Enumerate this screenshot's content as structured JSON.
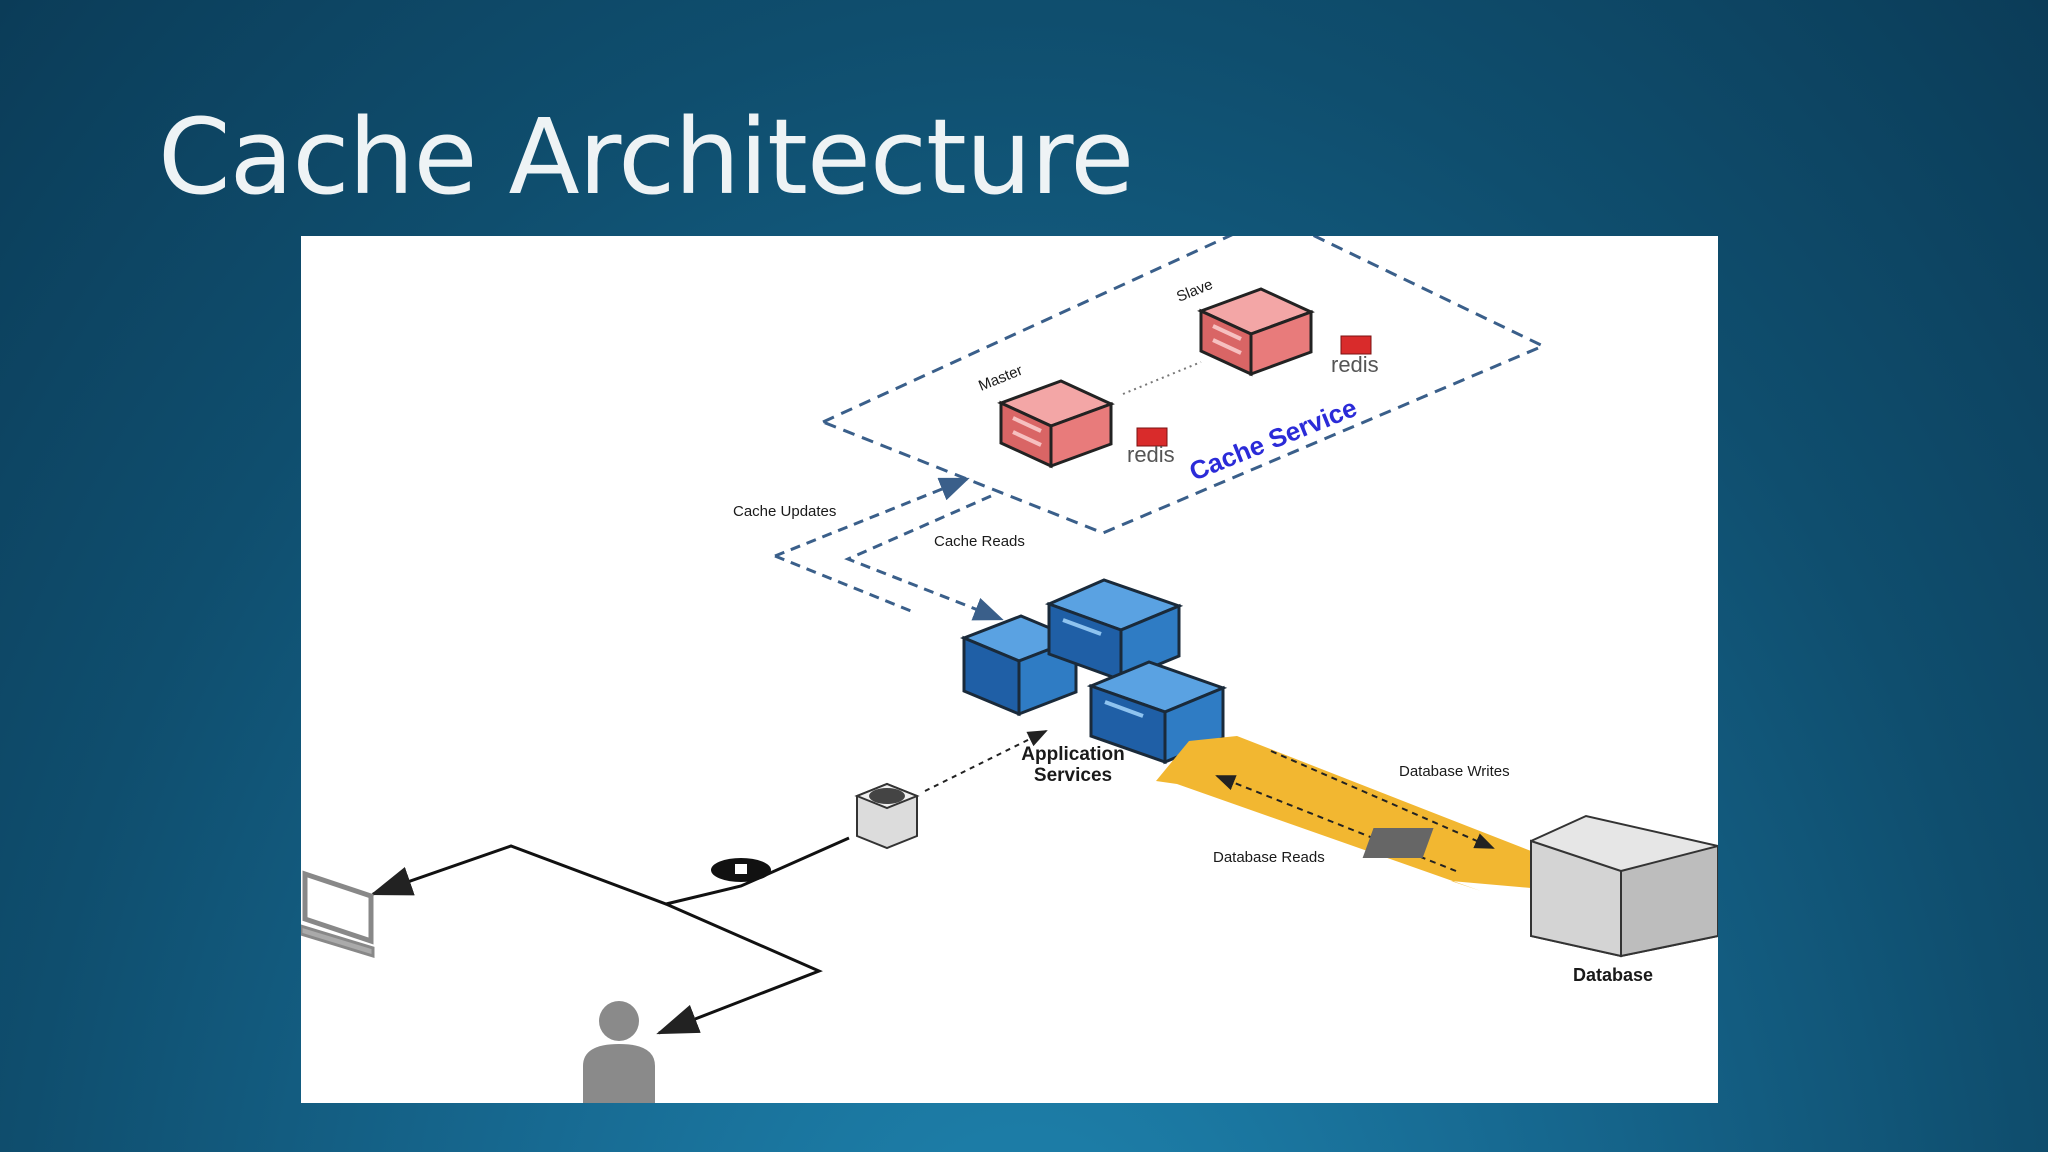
{
  "slide": {
    "title": "Cache Architecture"
  },
  "diagram": {
    "nodes": {
      "master": "Master",
      "slave": "Slave",
      "redis_master": "redis",
      "redis_slave": "redis",
      "cache_service": "Cache Service",
      "app_line1": "Application",
      "app_line2": "Services",
      "database": "Database"
    },
    "edges": {
      "cache_updates": "Cache Updates",
      "cache_reads": "Cache Reads",
      "db_writes": "Database Writes",
      "db_reads": "Database Reads"
    }
  },
  "colors": {
    "background": "#0f4e6e",
    "redis_box": "#e87b7b",
    "app_box": "#2f7cc4",
    "db_arrow": "#f2b731",
    "cache_service_text": "#2b2bd8",
    "dashed_border": "#3a5f8a"
  }
}
